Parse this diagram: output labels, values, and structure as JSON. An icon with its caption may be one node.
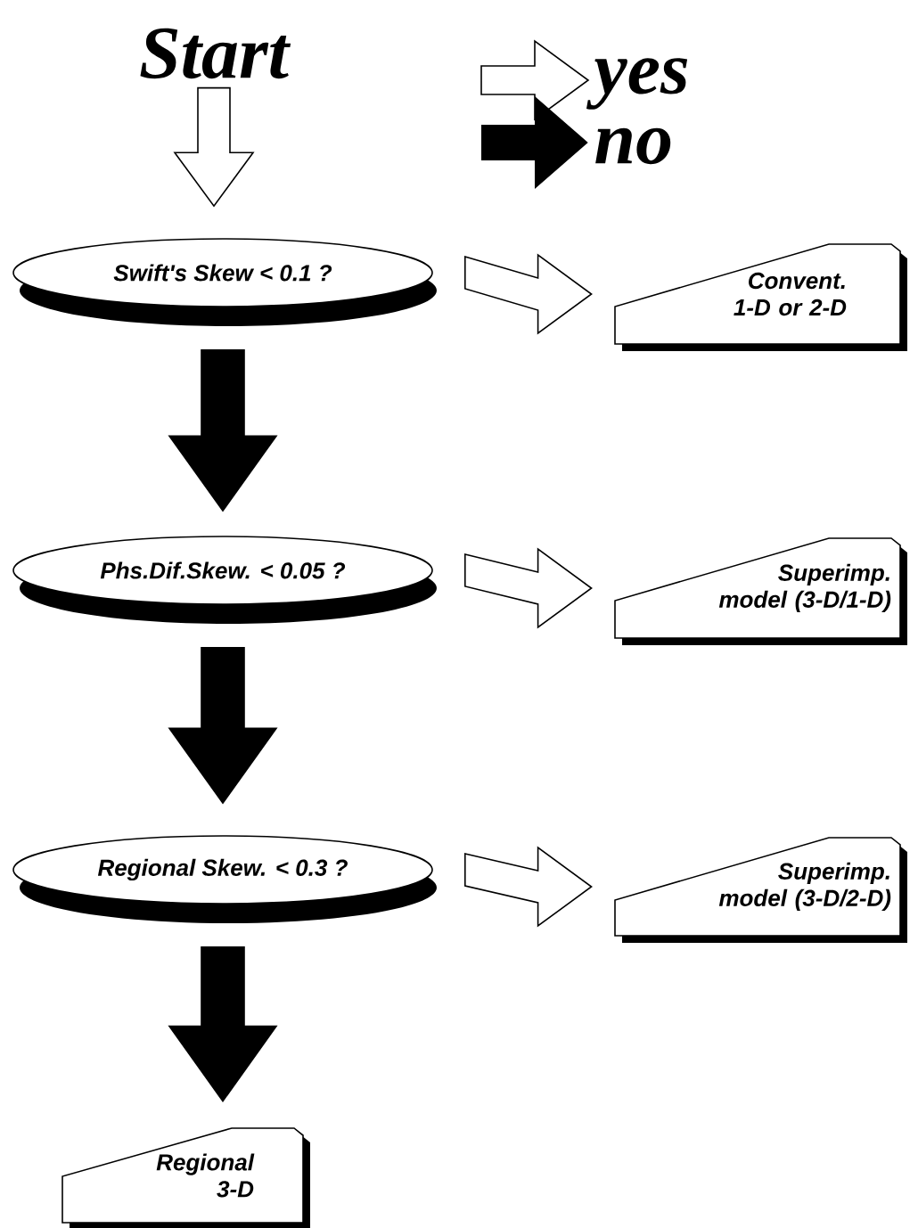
{
  "diagram": {
    "nodes": [
      {
        "text": [
          "Start"
        ]
      },
      {
        "text": [
          "Swift's Skew < 0.1 ?"
        ]
      },
      {
        "text": [
          "Convent. 1-D or 2-D"
        ]
      },
      {
        "text": [
          "Phs.Dif.Skew. < 0.05 ?"
        ]
      },
      {
        "text": [
          "Superimp. model (3-D/1-D)"
        ]
      },
      {
        "text": [
          "Regional Skew. < 0.3 ?"
        ]
      },
      {
        "text": [
          "Superimp. model (3-D/2-D)"
        ]
      },
      {
        "text": [
          "Regional 3-D"
        ]
      }
    ],
    "edges": [
      {
        "from": 0,
        "to": 1,
        "arrow": "to"
      },
      {
        "from": 1,
        "to": 2,
        "arrow": "to"
      },
      {
        "from": 1,
        "to": 3,
        "arrow": "to",
        "color": "#000000"
      },
      {
        "from": 3,
        "to": 4,
        "arrow": "to"
      },
      {
        "from": 3,
        "to": 5,
        "arrow": "to",
        "color": "#000000"
      },
      {
        "from": 5,
        "to": 6,
        "arrow": "to"
      },
      {
        "from": 5,
        "to": 7,
        "arrow": "to",
        "color": "#000000"
      }
    ],
    "legend": [
      {
        "text": "yes"
      },
      {
        "text": "no"
      }
    ]
  }
}
